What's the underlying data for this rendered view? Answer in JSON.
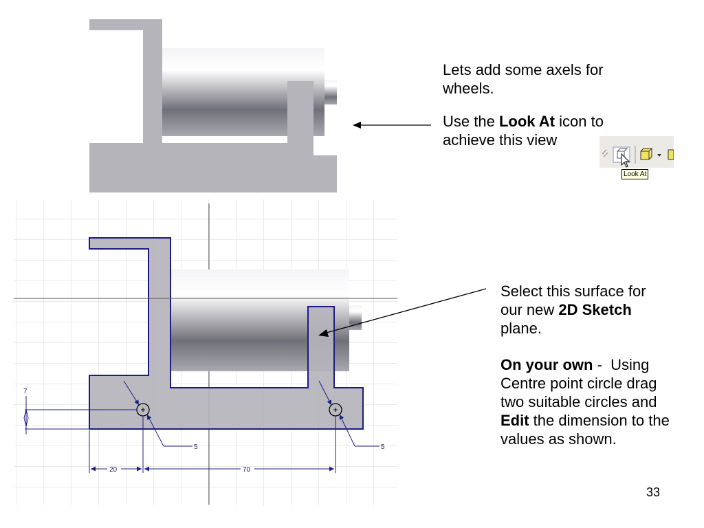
{
  "slide": {
    "intro_line1": "Lets add some axels for",
    "intro_line2": "wheels.",
    "look_at_pre": "Use the ",
    "look_at_bold": "Look At",
    "look_at_post": " icon to",
    "look_at_line2": "achieve this view",
    "select_line1": "Select this surface for",
    "select_line2_pre": "our new ",
    "select_line2_bold": "2D Sketch",
    "select_line3": "plane.",
    "own_bold": "On your own",
    "own_sep": " -  Using",
    "own_line2": "Centre point circle drag",
    "own_line3": "two suitable circles and",
    "own_edit_bold": "Edit",
    "own_edit_post": " the dimension to the",
    "own_line5": "values as shown.",
    "page_number": "33"
  },
  "toolbar": {
    "tooltip": "Look At",
    "icons": [
      "separator-icon",
      "look-at-icon",
      "cursor-arrow-icon",
      "box-view-icon",
      "dropdown-arrow-icon"
    ]
  },
  "dimensions": {
    "vertical": "7",
    "dia_left": "5",
    "dia_right": "5",
    "horiz_left": "20",
    "horiz_mid": "70"
  },
  "colors": {
    "sketch_line": "#1c1c84",
    "part_grey": "#b5b4bb",
    "grid": "#d4d4d4"
  }
}
